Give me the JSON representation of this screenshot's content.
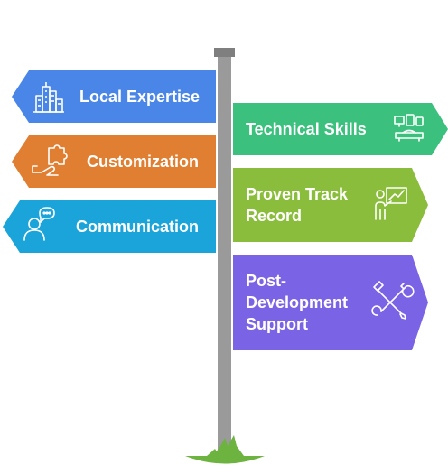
{
  "colors": {
    "post": "#9a9a9a",
    "post_cap": "#7f7f7f",
    "grass": "#6db33f",
    "icon_stroke": "#ffffff"
  },
  "signs": [
    {
      "id": "local-expertise",
      "side": "left",
      "lines": [
        "Local Expertise"
      ],
      "color": "#4a86e8",
      "icon": "city-buildings-icon"
    },
    {
      "id": "customization",
      "side": "left",
      "lines": [
        "Customization"
      ],
      "color": "#e07f32",
      "icon": "puzzle-hand-icon"
    },
    {
      "id": "communication",
      "side": "left",
      "lines": [
        "Communication"
      ],
      "color": "#1ba4d9",
      "icon": "person-speech-bubble-icon"
    },
    {
      "id": "technical-skills",
      "side": "right",
      "lines": [
        "Technical Skills"
      ],
      "color": "#3cc07e",
      "icon": "devices-icon"
    },
    {
      "id": "proven-track-record",
      "side": "right",
      "lines": [
        "Proven Track",
        "Record"
      ],
      "color": "#8bbd3c",
      "icon": "presenter-chart-icon"
    },
    {
      "id": "post-development-support",
      "side": "right",
      "lines": [
        "Post-",
        "Development",
        "Support"
      ],
      "color": "#7b63e6",
      "icon": "tools-icon"
    }
  ]
}
